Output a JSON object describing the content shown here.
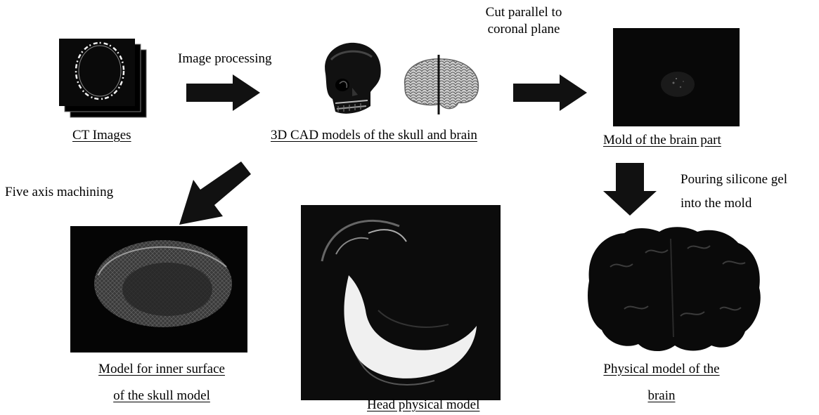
{
  "labels": {
    "image_processing": "Image processing",
    "cut_line1": "Cut parallel to",
    "cut_line2": "coronal plane",
    "ct_images": "CT Images",
    "cad_models": "3D CAD models of the skull and brain",
    "mold_brain": "Mold of the brain part",
    "five_axis": "Five axis machining",
    "pouring_line1": "Pouring silicone gel",
    "pouring_line2": "into the mold",
    "inner_line1": "Model for inner surface",
    "inner_line2": "of the skull model",
    "head_model": "Head physical model",
    "phys_line1": "Physical model of the",
    "phys_line2": "brain"
  },
  "images": [
    {
      "name": "ct-images-photo",
      "icon": "ct-scan-slices"
    },
    {
      "name": "skull-cad-model",
      "icon": "skull"
    },
    {
      "name": "brain-cad-model",
      "icon": "brain"
    },
    {
      "name": "brain-mold-photo",
      "icon": "mold"
    },
    {
      "name": "inner-skull-model-photo",
      "icon": "machined-surface"
    },
    {
      "name": "head-physical-model-photo",
      "icon": "head-model"
    },
    {
      "name": "brain-physical-model-photo",
      "icon": "silicone-brain"
    }
  ],
  "arrows": [
    {
      "name": "arrow-right-1",
      "icon": "arrow-right"
    },
    {
      "name": "arrow-right-2",
      "icon": "arrow-right"
    },
    {
      "name": "arrow-down-left",
      "icon": "arrow-down-left"
    },
    {
      "name": "arrow-down",
      "icon": "arrow-down"
    }
  ],
  "colors": {
    "text": "#000000",
    "arrow": "#111111",
    "background": "#ffffff"
  }
}
